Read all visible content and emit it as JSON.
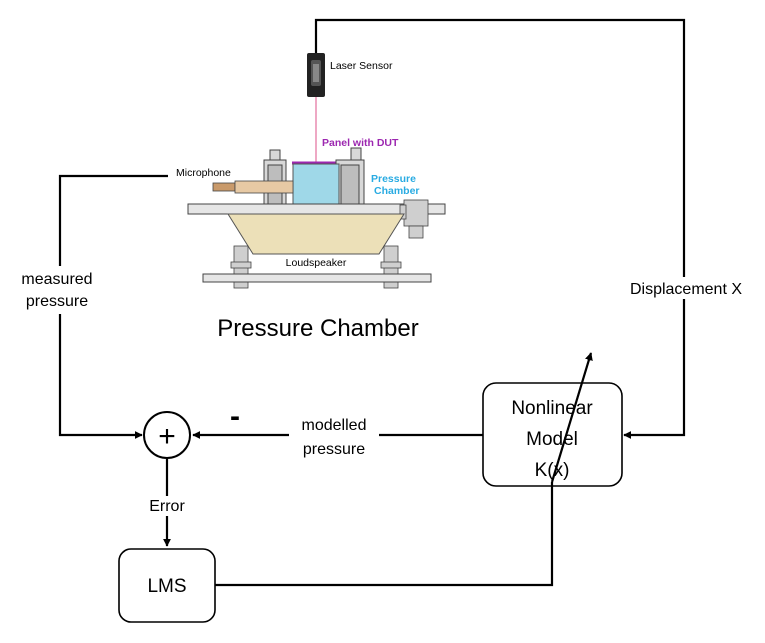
{
  "labels": {
    "laser_sensor": "Laser Sensor",
    "panel_with_dut": "Panel with DUT",
    "microphone": "Microphone",
    "pressure_chamber_small_line1": "Pressure",
    "pressure_chamber_small_line2": "Chamber",
    "loudspeaker": "Loudspeaker",
    "pressure_chamber_title": "Pressure Chamber",
    "measured_pressure_line1": "measured",
    "measured_pressure_line2": "pressure",
    "displacement_x": "Displacement X",
    "modelled_pressure_line1": "modelled",
    "modelled_pressure_line2": "pressure",
    "minus_sign": "-",
    "plus_sign": "+",
    "error": "Error",
    "lms": "LMS",
    "model_line1": "Nonlinear",
    "model_line2": "Model",
    "model_line3": "K(x)"
  },
  "colors": {
    "panel_with_dut": "#9c27b0",
    "pressure_chamber_label": "#29abe2",
    "chamber_fill": "#9fd8e8",
    "loudspeaker_fill": "#ece0b8",
    "line": "#000000"
  }
}
